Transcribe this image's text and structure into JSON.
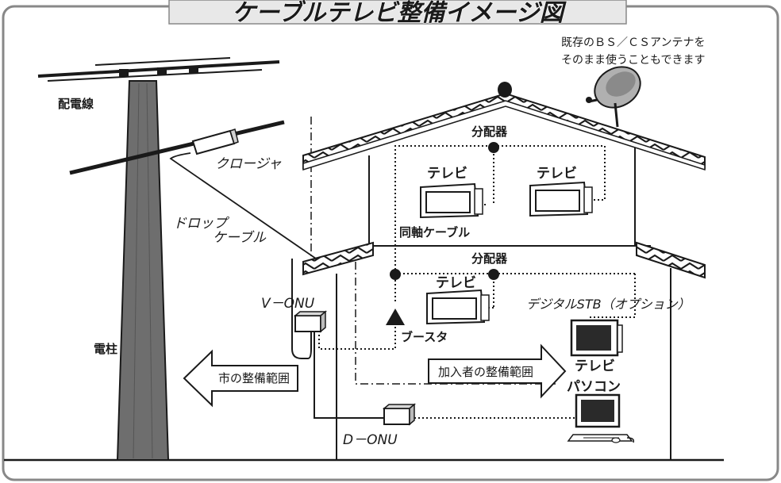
{
  "title": "ケーブルテレビ整備イメージ図",
  "labels": {
    "haidensen": "配電線",
    "denchu": "電柱",
    "closure": "クロージャ",
    "drop1": "ドロップ",
    "drop2": "ケーブル",
    "bs_line1": "既存のＢＳ／ＣＳアンテナを",
    "bs_line2": "そのまま使うこともできます",
    "bunpaiki_top": "分配器",
    "tv_top_left": "テレビ",
    "tv_top_right": "テレビ",
    "dojiku": "同軸ケーブル",
    "bunpaiki_mid": "分配器",
    "tv_mid": "テレビ",
    "stb": "デジタルSTB（オプション）",
    "v_onu": "V－ONU",
    "booster": "ブースタ",
    "tv_room": "テレビ",
    "pasokon": "パソコン",
    "d_onu": "D－ONU",
    "city_area": "市の整備範囲",
    "subscriber_area": "加入者の整備範囲"
  },
  "colors": {
    "ink": "#1a1a1a",
    "pole": "#6e6e6e",
    "banner": "#e8e8e8",
    "screen": "#2a2a2a",
    "frame": "#888888"
  }
}
